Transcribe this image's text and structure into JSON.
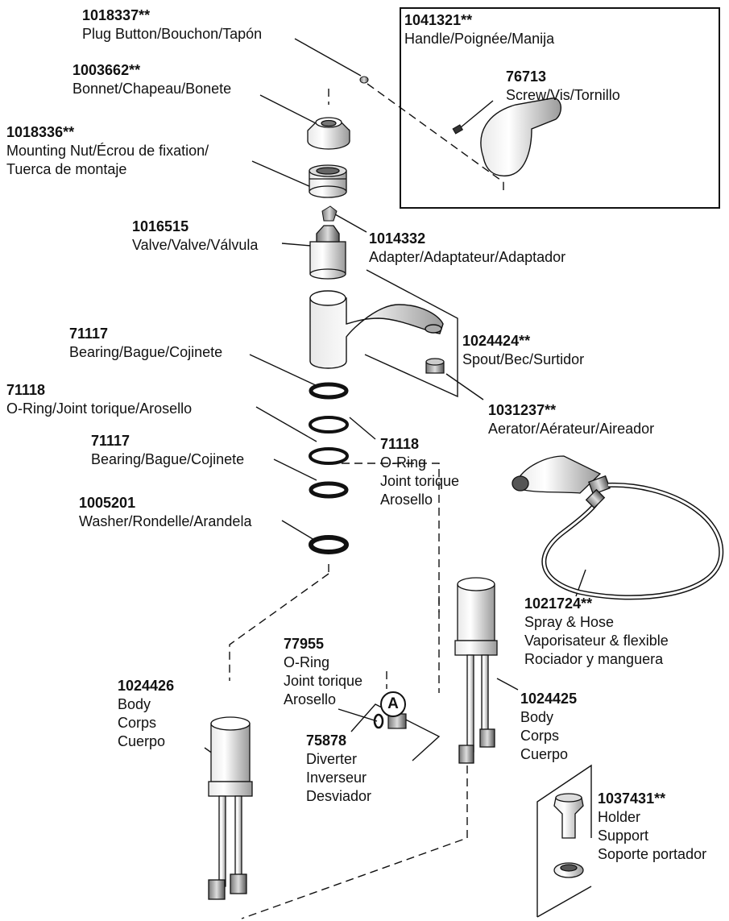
{
  "parts": {
    "plug_button": {
      "number": "1018337**",
      "lines": [
        "Plug Button/Bouchon/Tapón"
      ]
    },
    "bonnet": {
      "number": "1003662**",
      "lines": [
        "Bonnet/Chapeau/Bonete"
      ]
    },
    "mounting_nut": {
      "number": "1018336**",
      "lines": [
        "Mounting Nut/Écrou de fixation/",
        "Tuerca de montaje"
      ]
    },
    "valve": {
      "number": "1016515",
      "lines": [
        "Valve/Valve/Válvula"
      ]
    },
    "bearing_top": {
      "number": "71117",
      "lines": [
        "Bearing/Bague/Cojinete"
      ]
    },
    "oring_left": {
      "number": "71118",
      "lines": [
        "O-Ring/Joint torique/Arosello"
      ]
    },
    "bearing_bottom": {
      "number": "71117",
      "lines": [
        "Bearing/Bague/Cojinete"
      ]
    },
    "washer": {
      "number": "1005201",
      "lines": [
        "Washer/Rondelle/Arandela"
      ]
    },
    "body_left": {
      "number": "1024426",
      "lines": [
        "Body",
        "Corps",
        "Cuerpo"
      ]
    },
    "handle": {
      "number": "1041321**",
      "lines": [
        "Handle/Poignée/Manija"
      ]
    },
    "screw": {
      "number": "76713",
      "lines": [
        "Screw/Vis/Tornillo"
      ]
    },
    "adapter": {
      "number": "1014332",
      "lines": [
        "Adapter/Adaptateur/Adaptador"
      ]
    },
    "spout": {
      "number": "1024424**",
      "lines": [
        "Spout/Bec/Surtidor"
      ]
    },
    "aerator": {
      "number": "1031237**",
      "lines": [
        "Aerator/Aérateur/Aireador"
      ]
    },
    "oring_right": {
      "number": "71118",
      "lines": [
        "O-Ring",
        "Joint torique",
        "Arosello"
      ]
    },
    "spray_hose": {
      "number": "1021724**",
      "lines": [
        "Spray & Hose",
        "Vaporisateur & flexible",
        "Rociador y manguera"
      ]
    },
    "oring_diverter": {
      "number": "77955",
      "lines": [
        "O-Ring",
        "Joint torique",
        "Arosello"
      ]
    },
    "diverter": {
      "number": "75878",
      "lines": [
        "Diverter",
        "Inverseur",
        "Desviador"
      ]
    },
    "body_right": {
      "number": "1024425",
      "lines": [
        "Body",
        "Corps",
        "Cuerpo"
      ]
    },
    "holder": {
      "number": "1037431**",
      "lines": [
        "Holder",
        "Support",
        "Soporte portador"
      ]
    }
  },
  "callout_a": "A"
}
